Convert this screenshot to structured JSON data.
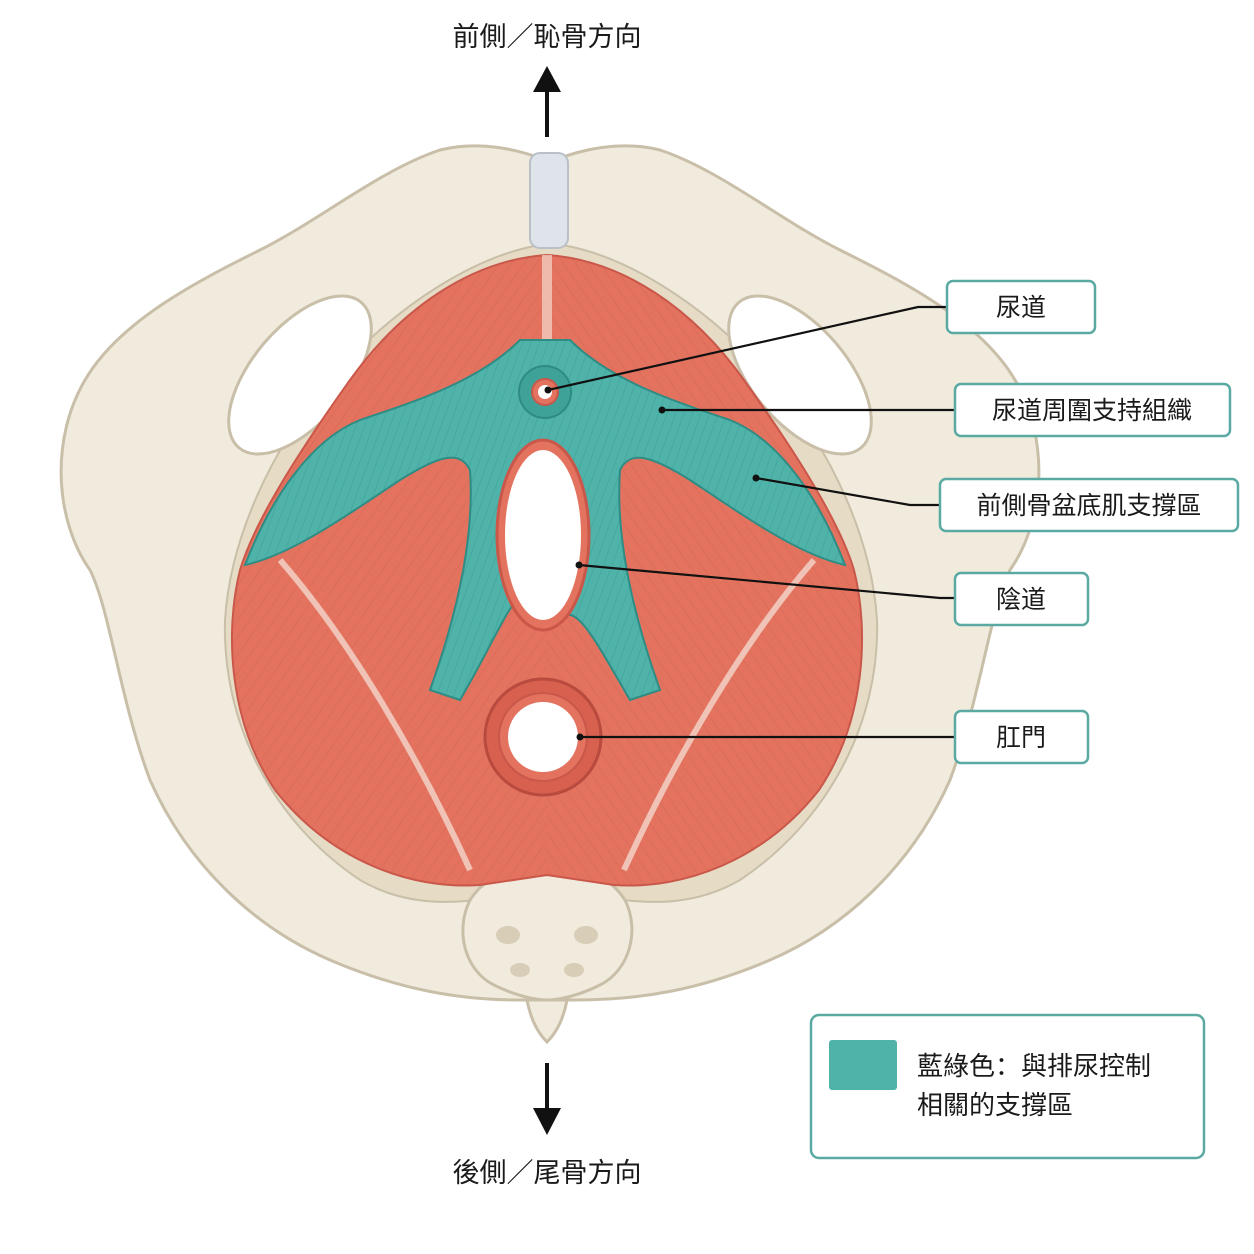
{
  "directions": {
    "top": "前側／恥骨方向",
    "bottom": "後側／尾骨方向"
  },
  "labels": {
    "urethra": "尿道",
    "periurethral": "尿道周圍支持組織",
    "anterior_support": "前側骨盆底肌支撐區",
    "vagina": "陰道",
    "anus": "肛門"
  },
  "legend": {
    "line1": "藍綠色：與排尿控制",
    "line2": "相關的支撐區",
    "swatch_color": "#4fb3aa"
  },
  "colors": {
    "bone": "#f1ebdd",
    "bone_edge": "#c9bfa9",
    "muscle": "#e3735f",
    "muscle_dark": "#c9574a",
    "teal": "#4fb3aa",
    "teal_dark": "#2f8c84",
    "label_border": "#5aa9a2"
  }
}
